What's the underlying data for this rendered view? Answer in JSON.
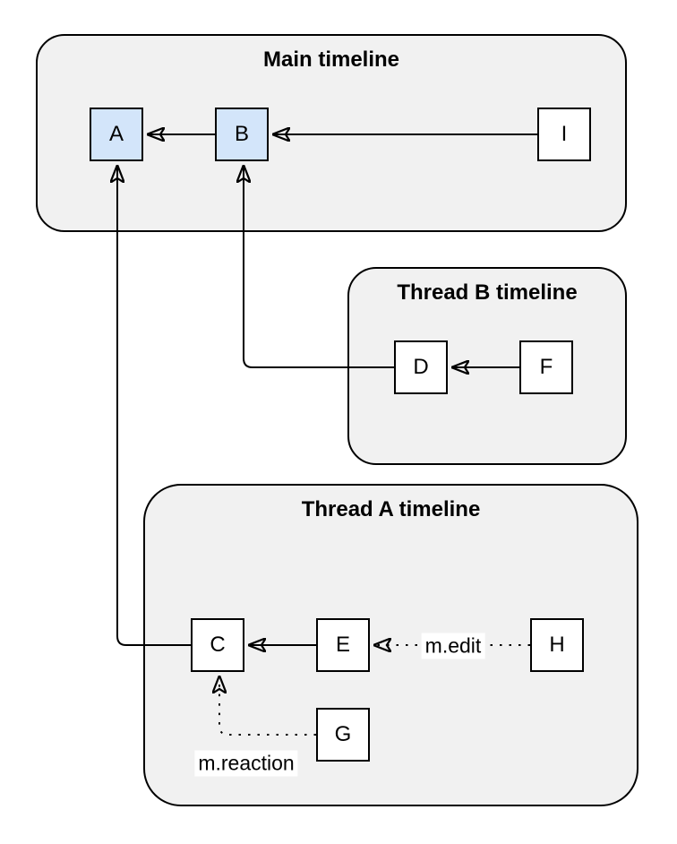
{
  "diagram": {
    "containers": [
      {
        "id": "main-timeline",
        "title": "Main timeline"
      },
      {
        "id": "thread-b-timeline",
        "title": "Thread B timeline"
      },
      {
        "id": "thread-a-timeline",
        "title": "Thread A timeline"
      }
    ],
    "nodes": [
      {
        "id": "A",
        "label": "A",
        "container": "main-timeline",
        "highlighted": true
      },
      {
        "id": "B",
        "label": "B",
        "container": "main-timeline",
        "highlighted": true
      },
      {
        "id": "I",
        "label": "I",
        "container": "main-timeline",
        "highlighted": false
      },
      {
        "id": "D",
        "label": "D",
        "container": "thread-b-timeline",
        "highlighted": false
      },
      {
        "id": "F",
        "label": "F",
        "container": "thread-b-timeline",
        "highlighted": false
      },
      {
        "id": "C",
        "label": "C",
        "container": "thread-a-timeline",
        "highlighted": false
      },
      {
        "id": "E",
        "label": "E",
        "container": "thread-a-timeline",
        "highlighted": false
      },
      {
        "id": "H",
        "label": "H",
        "container": "thread-a-timeline",
        "highlighted": false
      },
      {
        "id": "G",
        "label": "G",
        "container": "thread-a-timeline",
        "highlighted": false
      }
    ],
    "edges": [
      {
        "from": "B",
        "to": "A",
        "style": "solid",
        "label": ""
      },
      {
        "from": "I",
        "to": "B",
        "style": "solid",
        "label": ""
      },
      {
        "from": "F",
        "to": "D",
        "style": "solid",
        "label": ""
      },
      {
        "from": "D",
        "to": "B",
        "style": "solid",
        "label": ""
      },
      {
        "from": "E",
        "to": "C",
        "style": "solid",
        "label": ""
      },
      {
        "from": "C",
        "to": "A",
        "style": "solid",
        "label": ""
      },
      {
        "from": "H",
        "to": "E",
        "style": "dotted",
        "label": "m.edit"
      },
      {
        "from": "G",
        "to": "C",
        "style": "dotted",
        "label": "m.reaction"
      }
    ],
    "colors": {
      "container_fill": "#f1f1f1",
      "node_fill": "#ffffff",
      "highlight_node_fill": "#d3e5fa",
      "stroke": "#000000",
      "background": "#ffffff",
      "label_background": "#ffffff"
    }
  }
}
